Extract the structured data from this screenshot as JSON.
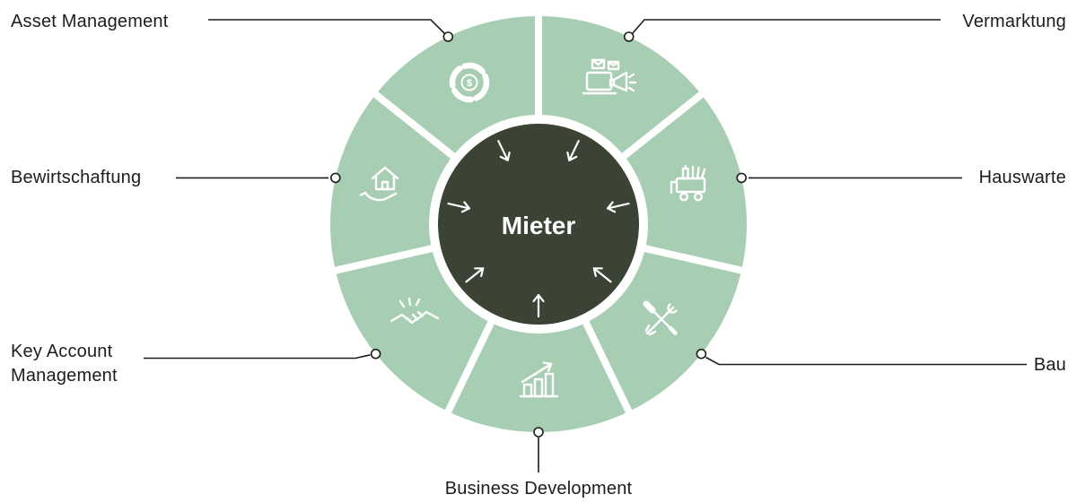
{
  "diagram": {
    "center": {
      "label": "Mieter"
    },
    "segments": [
      {
        "label": "Vermarktung",
        "icon": "marketing-icon"
      },
      {
        "label": "Hauswarte",
        "icon": "cleaning-cart-icon"
      },
      {
        "label": "Bau",
        "icon": "tools-icon"
      },
      {
        "label": "Business Development",
        "icon": "growth-chart-icon"
      },
      {
        "label": "Key Account Management",
        "icon": "handshake-icon"
      },
      {
        "label": "Bewirtschaftung",
        "icon": "house-hand-icon"
      },
      {
        "label": "Asset Management",
        "icon": "donut-dollar-icon"
      }
    ],
    "icons": {
      "dollar_glyph": "$"
    },
    "colors": {
      "segment": "#a7ceb3",
      "center": "#3b4334",
      "icon_stroke": "#ffffff",
      "center_text": "#ffffff",
      "connector": "#1d1d1b",
      "label_text": "#1d1d1b",
      "background": "#ffffff"
    }
  }
}
